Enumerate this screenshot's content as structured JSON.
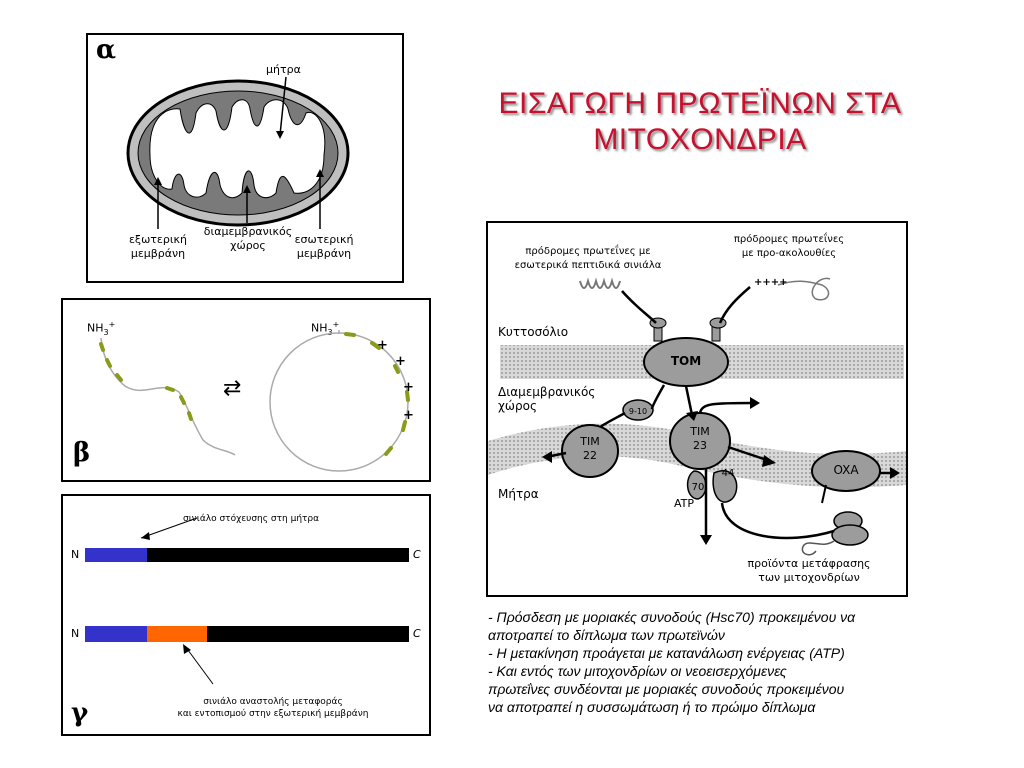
{
  "title": {
    "line1": "ΕΙΣΑΓΩΓΗ ΠΡΩΤΕΪΝΩΝ ΣΤΑ",
    "line2": "ΜΙΤΟΧΟΝΔΡΙΑ"
  },
  "panel_a": {
    "letter": "α",
    "matrix": "μήτρα",
    "outer_membrane": [
      "εξωτερική",
      "μεμβράνη"
    ],
    "intermembrane_space": [
      "διαμεμβρανικός",
      "χώρος"
    ],
    "inner_membrane": [
      "εσωτερική",
      "μεμβράνη"
    ]
  },
  "panel_b": {
    "letter": "β",
    "nh3_left": "NH",
    "nh3_right": "NH",
    "sub": "3",
    "sup": "+",
    "plus": "+",
    "arrow_glyph": "⇄"
  },
  "panel_g": {
    "letter": "γ",
    "top_label": "σινιάλο στόχευσης στη μήτρα",
    "bottom_label": [
      "σινιάλο αναστολής μεταφοράς",
      "και εντοπισμού στην εξωτερική μεμβράνη"
    ],
    "n": "N",
    "c": "C",
    "colors": {
      "blue": "#3333cc",
      "orange": "#ff6600",
      "black": "#000000"
    }
  },
  "panel_d": {
    "precursors_internal": [
      "πρόδρομες πρωτεΐνες με",
      "εσωτερικά πεπτιδικά σινιάλα"
    ],
    "precursors_pre": [
      "πρόδρομες πρωτεΐνες",
      "με προ-ακολουθίες"
    ],
    "cytosol": "Κυττοσόλιο",
    "intermembrane": [
      "Διαμεμβρανικός",
      "χώρος"
    ],
    "matrix": "Μήτρα",
    "tom": "TOM",
    "tim23": [
      "TIM",
      "23"
    ],
    "tim22": [
      "TIM",
      "22"
    ],
    "oxa": "OXA",
    "small_tims": "9-10",
    "n44": "44",
    "n70": "70",
    "atp": "ATP",
    "products": [
      "προϊόντα μετάφρασης",
      "των μιτοχονδρίων"
    ],
    "plus_seq": "++++"
  },
  "notes": [
    "- Πρόσδεση με μοριακές συνοδούς (Hsc70) προκειμένου να",
    "αποτραπεί το δίπλωμα των πρωτεϊνών",
    "- Η μετακίνηση προάγεται με κατανάλωση ενέργειας (ATP)",
    "- Και εντός των μιτοχονδρίων οι νεοεισερχόμενες",
    "πρωτεΐνες συνδέονται με μοριακές συνοδούς προκειμένου",
    "να αποτραπεί η συσσωμάτωση ή το πρώιμο δίπλωμα"
  ]
}
